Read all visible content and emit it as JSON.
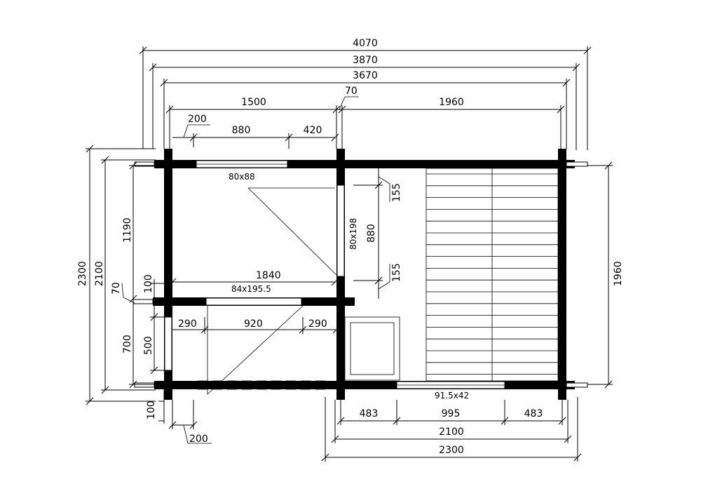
{
  "overall_width": "4070",
  "width_2": "3870",
  "width_3": "3670",
  "left_room_width": "1500",
  "gap": "70",
  "right_room_width": "1960",
  "left_offset": "200",
  "window_top_width": "880",
  "window_top_right": "420",
  "window_top_label": "80x88",
  "door_right_label": "80x198",
  "door_right_height": "880",
  "door_right_top_offset": "155",
  "door_right_bottom_offset": "155",
  "mid_wall_length": "1840",
  "mid_door_label": "84x195.5",
  "lower_left_290": "290",
  "lower_door_920": "920",
  "lower_right_290": "290",
  "height_2300": "2300",
  "height_2100": "2100",
  "height_1190": "1190",
  "height_100": "100",
  "height_70": "70",
  "height_700": "700",
  "height_500": "500",
  "bottom_100": "100",
  "bottom_200": "200",
  "right_height": "1960",
  "bottom_window_label": "91.5x42",
  "bottom_483_left": "483",
  "bottom_995": "995",
  "bottom_483_right": "483",
  "bottom_2100": "2100",
  "bottom_2300": "2300"
}
